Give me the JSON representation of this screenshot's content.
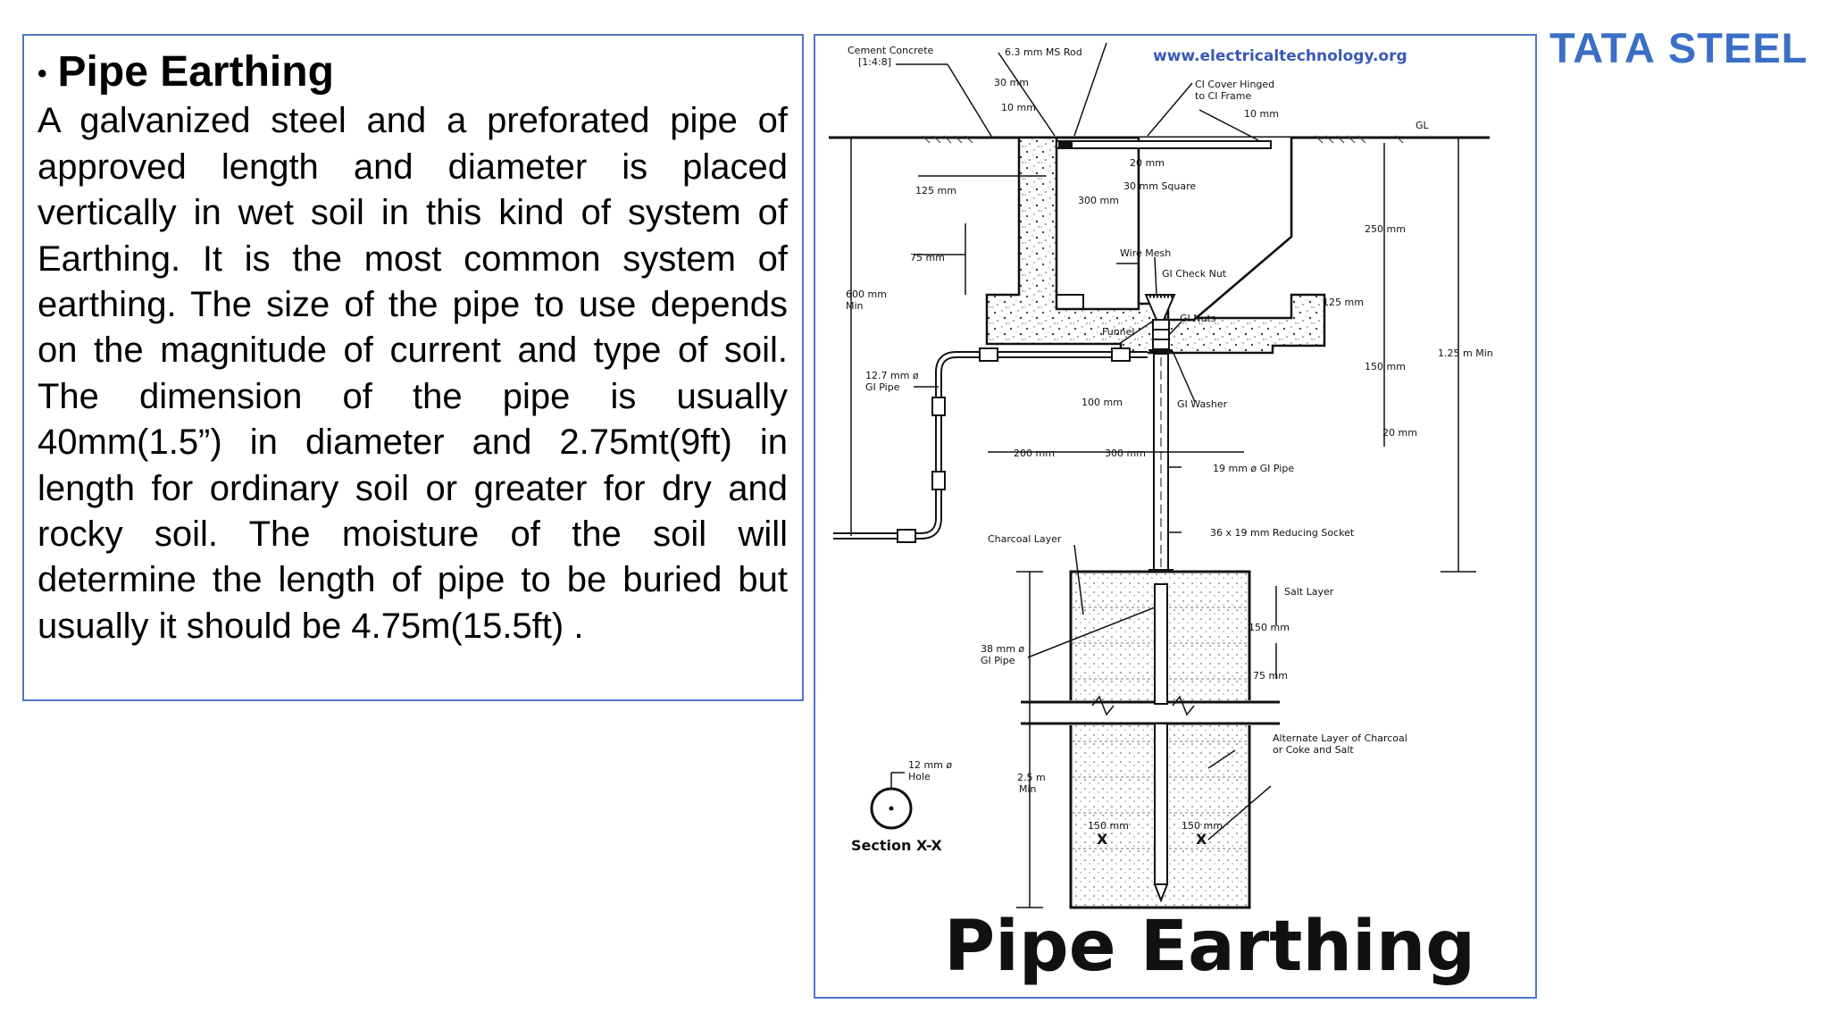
{
  "slide": {
    "bullet": "•",
    "heading": "Pipe Earthing",
    "paragraph": "A galvanized steel and a preforated pipe of approved length and diameter is placed vertically in wet soil in this kind of system of Earthing. It is the most common system of earthing.  The size of the pipe to use depends on the magnitude of current and type of soil. The dimension of the pipe is usually 40mm(1.5”) in diameter and 2.75mt(9ft) in length for ordinary soil or greater for dry and rocky soil. The moisture of the soil will determine the length of pipe to be buried but usually it should be 4.75m(15.5ft) ."
  },
  "brand": {
    "logo_text_1": "TATA",
    "logo_text_2": "STEEL",
    "color": "#3a6fc6"
  },
  "diagram": {
    "title": "Pipe Earthing",
    "url": "www.electricaltechnology.org",
    "labels": {
      "cement_concrete_1": "Cement Concrete",
      "cement_concrete_2": "[1:4:8]",
      "ms_rod": "6.3 mm MS Rod",
      "d30mm": "30 mm",
      "d10mm_a": "10 mm",
      "ci_cover_1": "CI Cover Hinged",
      "ci_cover_2": "to CI Frame",
      "d10mm_b": "10 mm",
      "gl": "GL",
      "d20mm_a": "20 mm",
      "d125mm_a": "125 mm",
      "square_30mm": "30 mm Square",
      "d300mm_a": "300 mm",
      "d250mm": "250 mm",
      "d75mm_a": "75 mm",
      "wire_mesh": "Wire Mesh",
      "gi_check_nut": "GI Check Nut",
      "d600_1": "600 mm",
      "d600_2": "Min",
      "gi_nuts": "GI Nuts",
      "funnel": "Funnel",
      "d125mm_b": "125 mm",
      "d125m_min": "1.25 m Min",
      "d150mm_a": "150 mm",
      "gi_pipe_127_1": "12.7 mm ø",
      "gi_pipe_127_2": "GI Pipe",
      "d100mm": "100 mm",
      "gi_washer": "GI Washer",
      "d20mm_b": "20 mm",
      "d200mm": "200 mm",
      "d300mm_b": "300 mm",
      "gi_pipe_19": "19 mm ø GI Pipe",
      "reducing_socket": "36 x 19 mm Reducing Socket",
      "charcoal_layer": "Charcoal Layer",
      "salt_layer": "Salt Layer",
      "d150mm_b": "150 mm",
      "gi_pipe_38_1": "38 mm ø",
      "gi_pipe_38_2": "GI Pipe",
      "d75mm_b": "75 mm",
      "alt_layer_1": "Alternate Layer of Charcoal",
      "alt_layer_2": "or Coke and Salt",
      "hole_1": "12 mm ø",
      "hole_2": "Hole",
      "d25m_1": "2.5 m",
      "d25m_2": "Min",
      "section": "Section X-X",
      "d150mm_c": "150 mm",
      "d150mm_d": "150 mm",
      "x_left": "X",
      "x_right": "X"
    }
  }
}
